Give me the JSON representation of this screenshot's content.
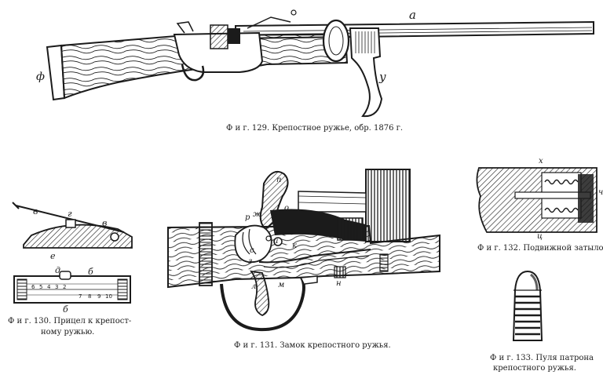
{
  "figures": {
    "fig129": {
      "caption": "Ф и г. 129. Крепостное ружье, обр. 1876 г.",
      "labels": {
        "butt": "ф",
        "barrel": "а",
        "support": "у"
      }
    },
    "fig130": {
      "caption_line1": "Ф и г. 130. Прицел к крепост-",
      "caption_line2": "ному ружью.",
      "labels": {
        "top_leaf": "в",
        "top_mid": "г",
        "top_right": "в",
        "base": "е",
        "plan_a": "д",
        "plan_b": "б",
        "plan_bottom": "б"
      },
      "scale_numbers": [
        "6",
        "5",
        "4",
        "3",
        "2"
      ],
      "scale_numbers_right": [
        "7",
        "8",
        "9",
        "10"
      ]
    },
    "fig131": {
      "caption": "Ф и г. 131. Замок крепостного ружья.",
      "labels": {
        "n": "п",
        "o": "о",
        "r": "р",
        "zh": "ж",
        "s": "с",
        "z": "з",
        "i": "и",
        "k": "к",
        "l": "л",
        "m": "м",
        "n2": "н"
      }
    },
    "fig132": {
      "caption": "Ф и г. 132. Подвижной затылок.",
      "labels": {
        "x": "х",
        "ch": "ч",
        "ts": "ц"
      }
    },
    "fig133": {
      "caption_line1": "Ф и г. 133. Пуля патрона",
      "caption_line2": "крепостного ружья."
    }
  }
}
